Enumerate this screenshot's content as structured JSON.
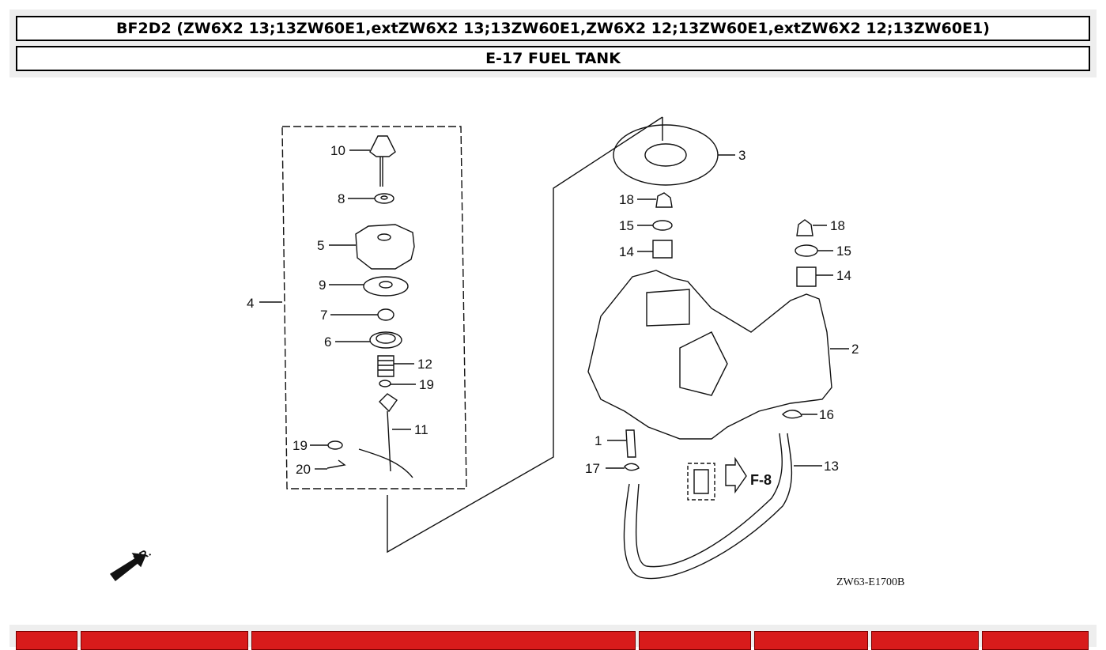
{
  "header": {
    "model_line": "BF2D2 (ZW6X2 13;13ZW60E1,extZW6X2 13;13ZW60E1,ZW6X2 12;13ZW60E1,extZW6X2 12;13ZW60E1)",
    "section_title": "E-17 FUEL TANK"
  },
  "diagram": {
    "callouts": [
      "10",
      "8",
      "5",
      "9",
      "7",
      "6",
      "12",
      "19",
      "11",
      "19",
      "20",
      "4",
      "18",
      "15",
      "14",
      "3",
      "18",
      "15",
      "14",
      "2",
      "16",
      "1",
      "17",
      "13"
    ],
    "reference_arrow_label": "F-8",
    "direction_marker": "FR.",
    "drawing_code": "ZW63-E1700B"
  },
  "colors": {
    "table_header": "#d81b1b",
    "panel_bg": "#eeeeee",
    "line": "#111111"
  }
}
